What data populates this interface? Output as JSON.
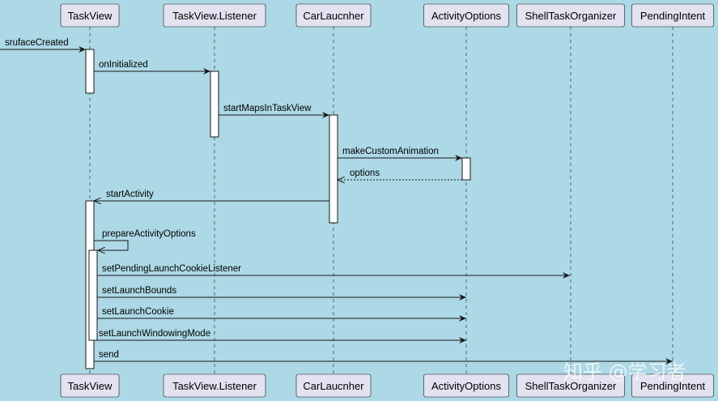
{
  "diagram": {
    "participants": [
      {
        "id": "taskview",
        "label": "TaskView"
      },
      {
        "id": "listener",
        "label": "TaskView.Listener"
      },
      {
        "id": "carlauncher",
        "label": "CarLaucnher"
      },
      {
        "id": "activityoptions",
        "label": "ActivityOptions"
      },
      {
        "id": "shelltaskorganizer",
        "label": "ShellTaskOrganizer"
      },
      {
        "id": "pendingintent",
        "label": "PendingIntent"
      }
    ],
    "messages": [
      {
        "label": "srufaceCreated",
        "from": "external",
        "to": "taskview",
        "style": "solid"
      },
      {
        "label": "onInitialized",
        "from": "taskview",
        "to": "listener",
        "style": "solid"
      },
      {
        "label": "startMapsInTaskView",
        "from": "listener",
        "to": "carlauncher",
        "style": "solid"
      },
      {
        "label": "makeCustomAnimation",
        "from": "carlauncher",
        "to": "activityoptions",
        "style": "solid"
      },
      {
        "label": "options",
        "from": "activityoptions",
        "to": "carlauncher",
        "style": "dashed"
      },
      {
        "label": "startActivity",
        "from": "carlauncher",
        "to": "taskview",
        "style": "solid"
      },
      {
        "label": "prepareActivityOptions",
        "from": "taskview",
        "to": "taskview",
        "style": "self"
      },
      {
        "label": "setPendingLaunchCookieListener",
        "from": "taskview",
        "to": "shelltaskorganizer",
        "style": "solid"
      },
      {
        "label": "setLaunchBounds",
        "from": "taskview",
        "to": "activityoptions",
        "style": "solid"
      },
      {
        "label": "setLaunchCookie",
        "from": "taskview",
        "to": "activityoptions",
        "style": "solid"
      },
      {
        "label": "setLaunchWindowingMode",
        "from": "taskview",
        "to": "activityoptions",
        "style": "solid"
      },
      {
        "label": "send",
        "from": "taskview",
        "to": "pendingintent",
        "style": "solid"
      }
    ],
    "watermark": "知乎 @学习者"
  },
  "colors": {
    "background": "#ADD8E6",
    "participant_fill": "#E2E2F0",
    "line": "#181818",
    "activation_fill": "#FFFFFF"
  }
}
